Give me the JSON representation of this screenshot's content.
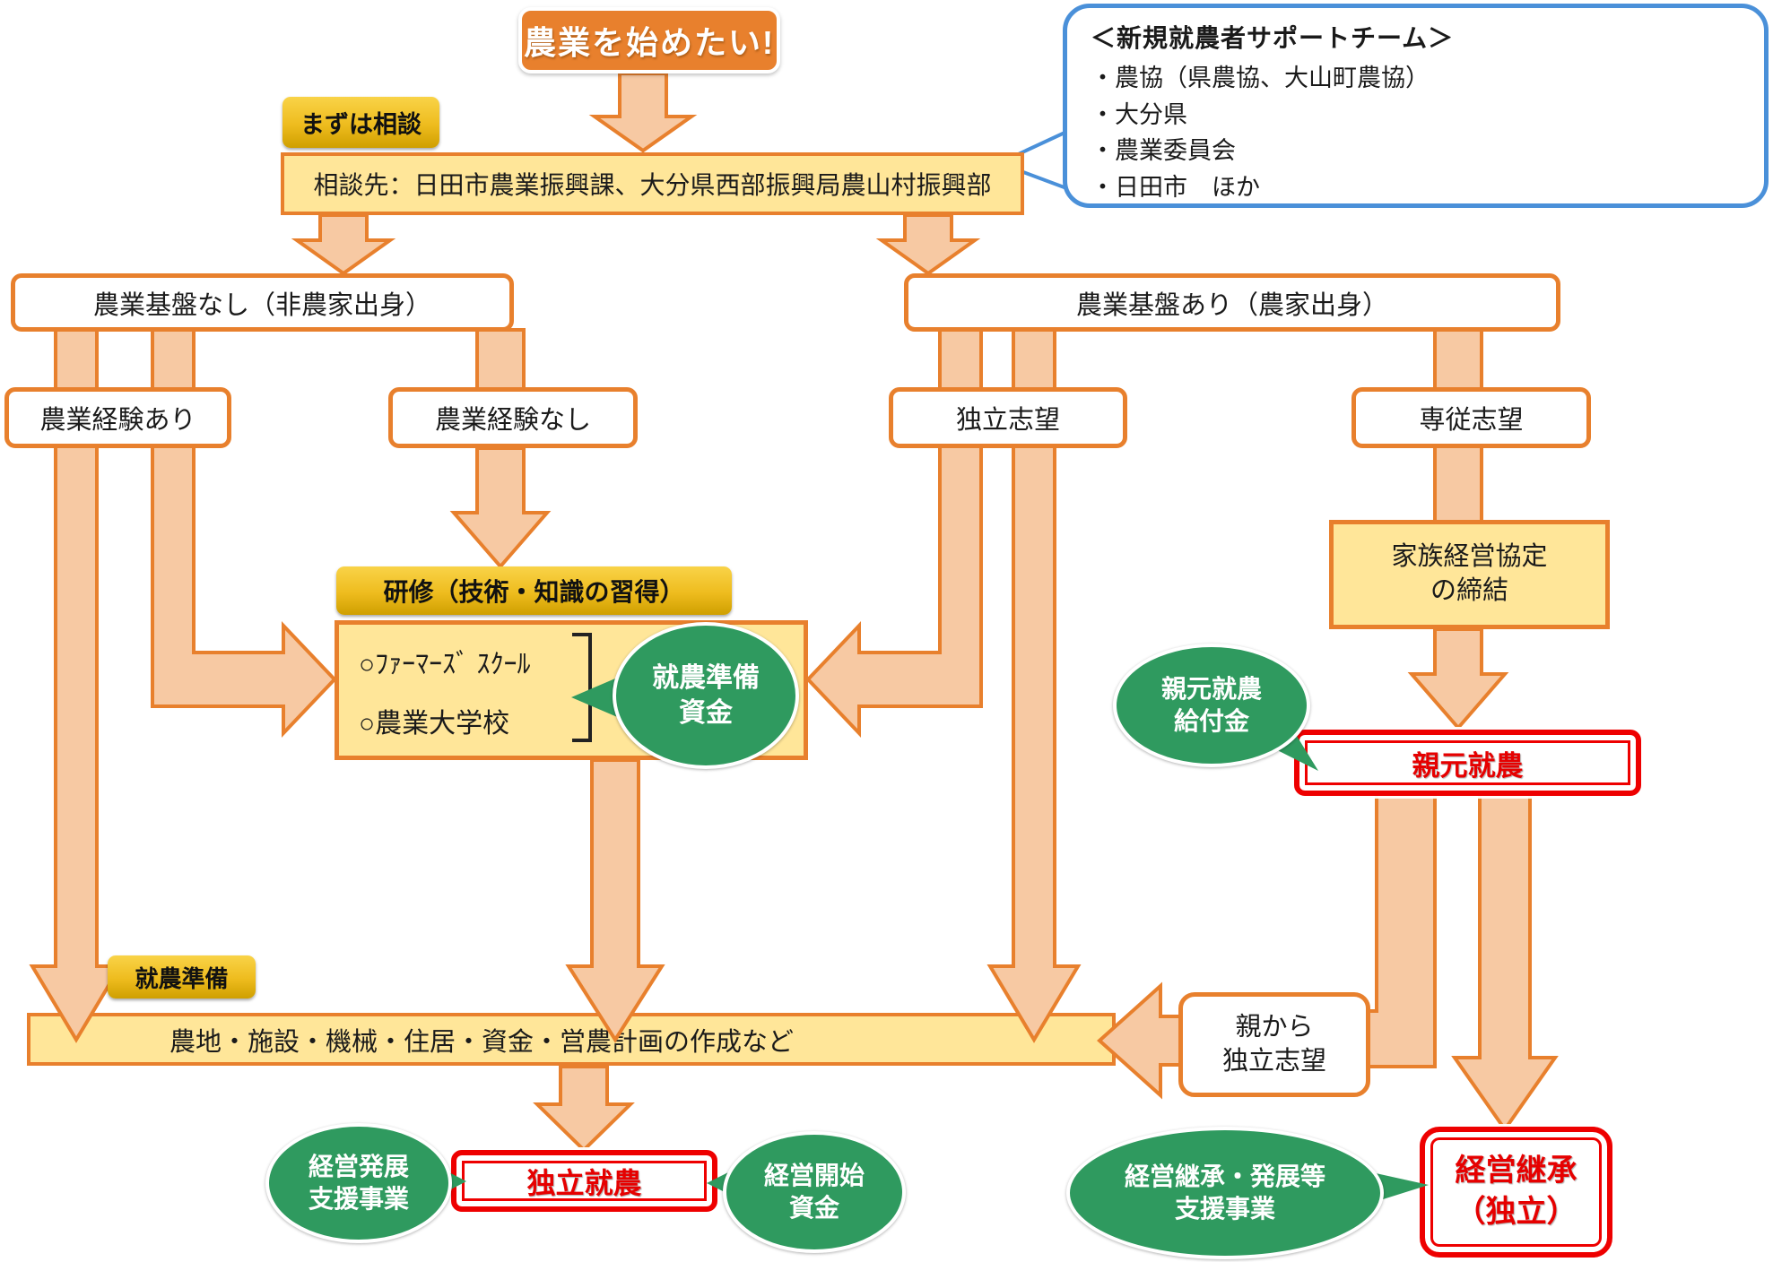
{
  "colors": {
    "accent": "#e8802d",
    "arrow": "#f7c9a3",
    "panel": "#ffe699",
    "green": "#2f9a5f",
    "red": "#ee0000",
    "redtext": "#e60000",
    "blue": "#4a90d9",
    "ink": "#1a1a1a"
  },
  "title": {
    "label": "農業を始めたい!"
  },
  "consult": {
    "tag": "まずは相談",
    "box": "相談先：日田市農業振興課、大分県西部振興局農山村振興部"
  },
  "support_team": {
    "title": "＜新規就農者サポートチーム＞",
    "items": [
      "・農協（県農協、大山町農協）",
      "・大分県",
      "・農業委員会",
      "・日田市　ほか"
    ]
  },
  "branch": {
    "no_base": "農業基盤なし（非農家出身）",
    "has_base": "農業基盤あり（農家出身）",
    "exp_yes": "農業経験あり",
    "exp_no": "農業経験なし",
    "indep": "独立志望",
    "fulltime": "専従志望"
  },
  "training": {
    "label": "研修（技術・知識の習得）",
    "item1": "○ﾌｧｰﾏｰｽﾞ ｽｸｰﾙ",
    "item2": "○農業大学校",
    "fund_line1": "就農準備",
    "fund_line2": "資金"
  },
  "family_agreement": {
    "line1": "家族経営協定",
    "line2": "の締結"
  },
  "oyamoto": {
    "fund_line1": "親元就農",
    "fund_line2": "給付金",
    "box": "親元就農"
  },
  "prep": {
    "tag": "就農準備",
    "bar": "農地・施設・機械・住居・資金・営農計画の作成など"
  },
  "from_parent": {
    "line1": "親から",
    "line2": "独立志望"
  },
  "outcomes": {
    "indep_box": "独立就農",
    "dev_line1": "経営発展",
    "dev_line2": "支援事業",
    "start_fund_line1": "経営開始",
    "start_fund_line2": "資金",
    "succ_support_line1": "経営継承・発展等",
    "succ_support_line2": "支援事業",
    "succ_line1": "経営継承",
    "succ_line2": "（独立）"
  }
}
